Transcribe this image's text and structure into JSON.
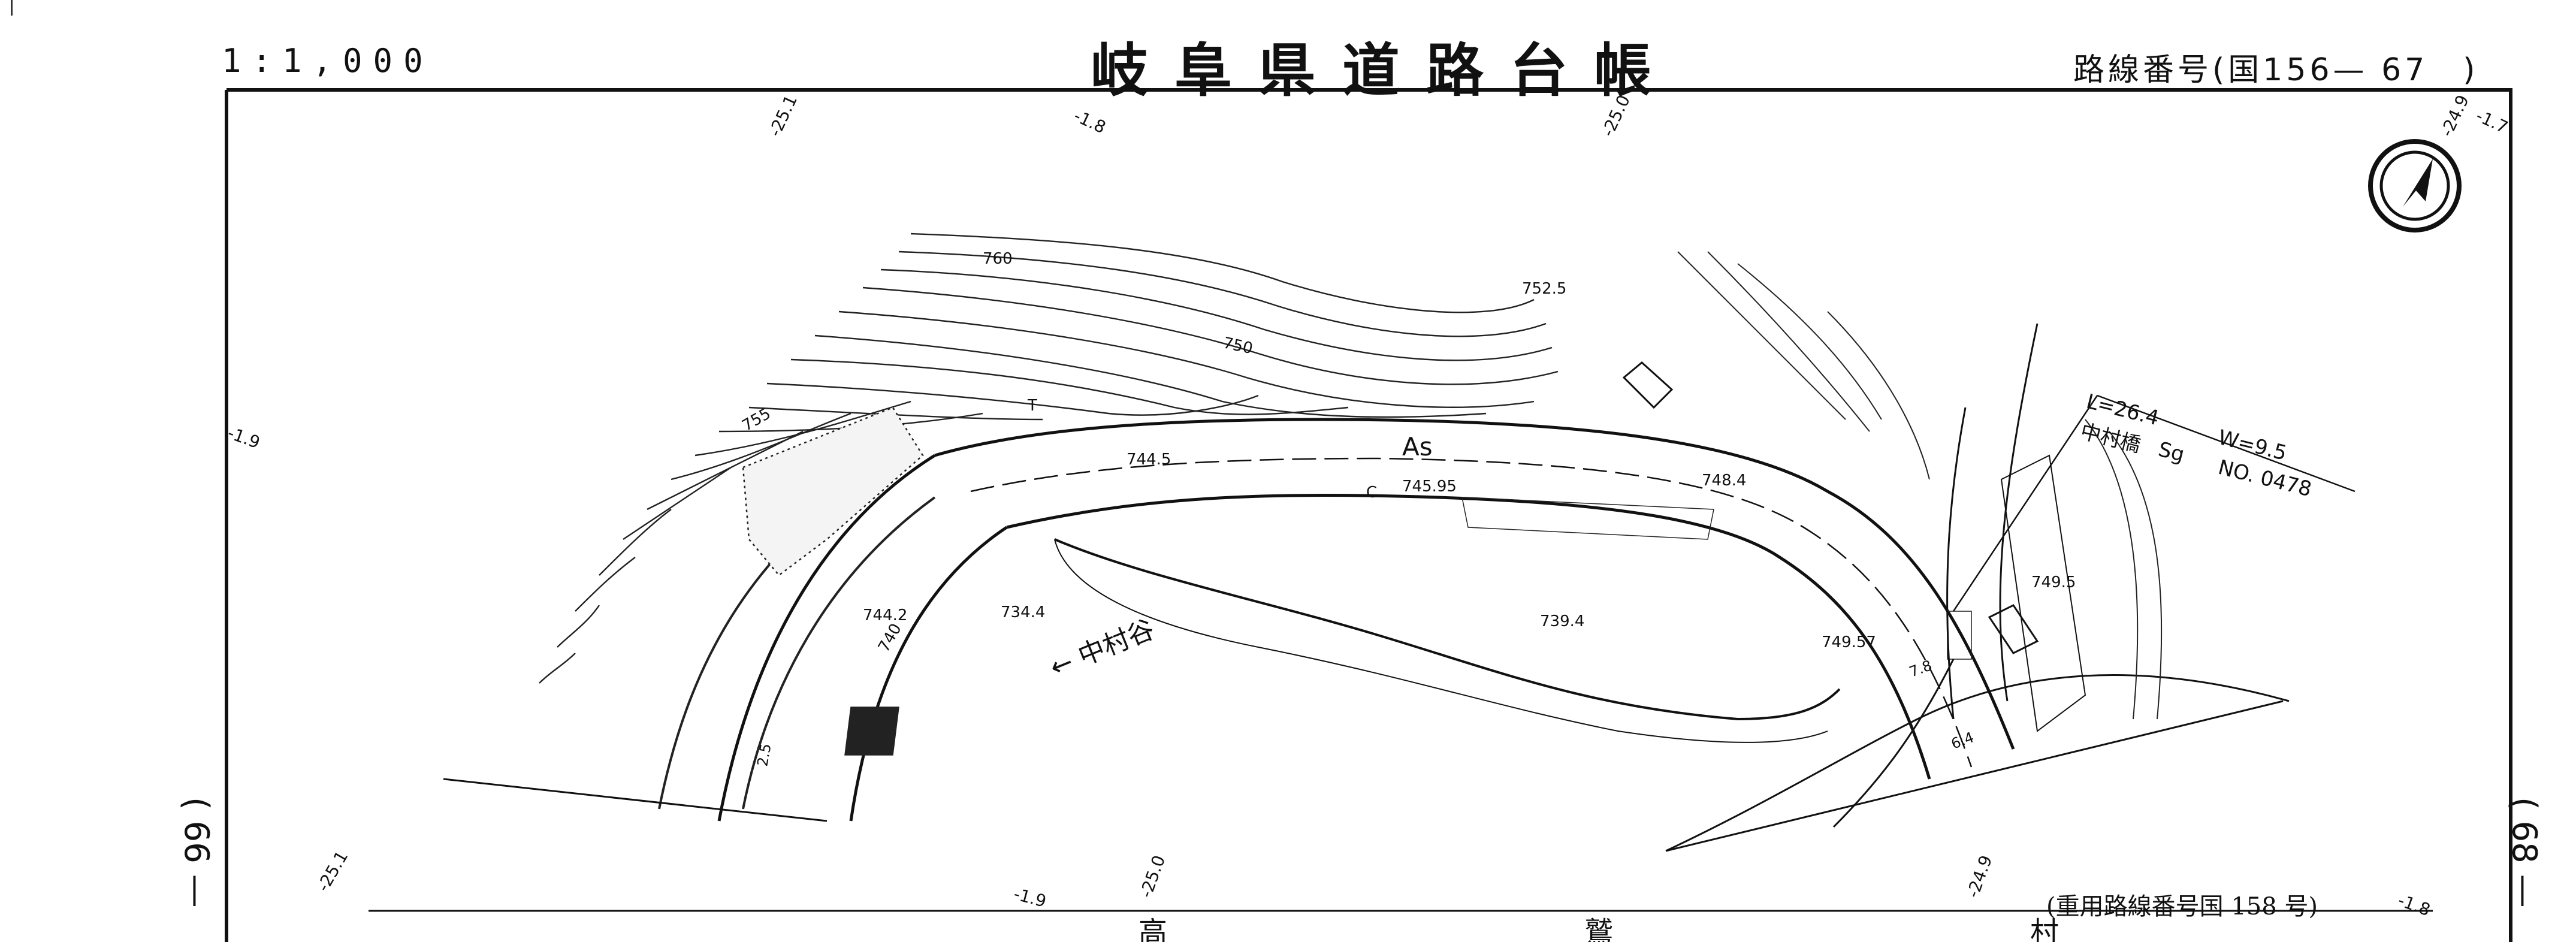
{
  "header": {
    "scale": "1:1,000",
    "title": "岐阜県道路台帳",
    "route_number": "路線番号(国156— 67　)"
  },
  "page_numbers": {
    "left": "( 66 —",
    "right": "( 68 —"
  },
  "footer": {
    "duplicate_route": "(重用路線番号国 158 号)",
    "bottom_text": "高　　鷲　　村"
  },
  "map": {
    "road_surface": "As",
    "stream_name": "← 中村谷",
    "north_arrow": "north-arrow-icon",
    "bridge": {
      "length": "L=26.4",
      "width": "W=9.5",
      "name": "中村橋",
      "type": "Sg",
      "number": "NO. 0478"
    },
    "contours": [
      "760",
      "755",
      "750",
      "740"
    ],
    "spot_heights": [
      "752.5",
      "744.5",
      "745.95",
      "748.4",
      "749.5",
      "744.2",
      "734.4",
      "739.4",
      "749.57"
    ],
    "margin_marks": [
      "-25.1",
      "-1.8",
      "-25.0",
      "-24.9",
      "-1.7",
      "-1.9",
      "-25.1",
      "-1.9",
      "-25.0",
      "-24.9",
      "-1.8"
    ],
    "road_widths": [
      "7.8",
      "6.4",
      "2.5"
    ],
    "symbols": [
      "C",
      "T"
    ]
  }
}
